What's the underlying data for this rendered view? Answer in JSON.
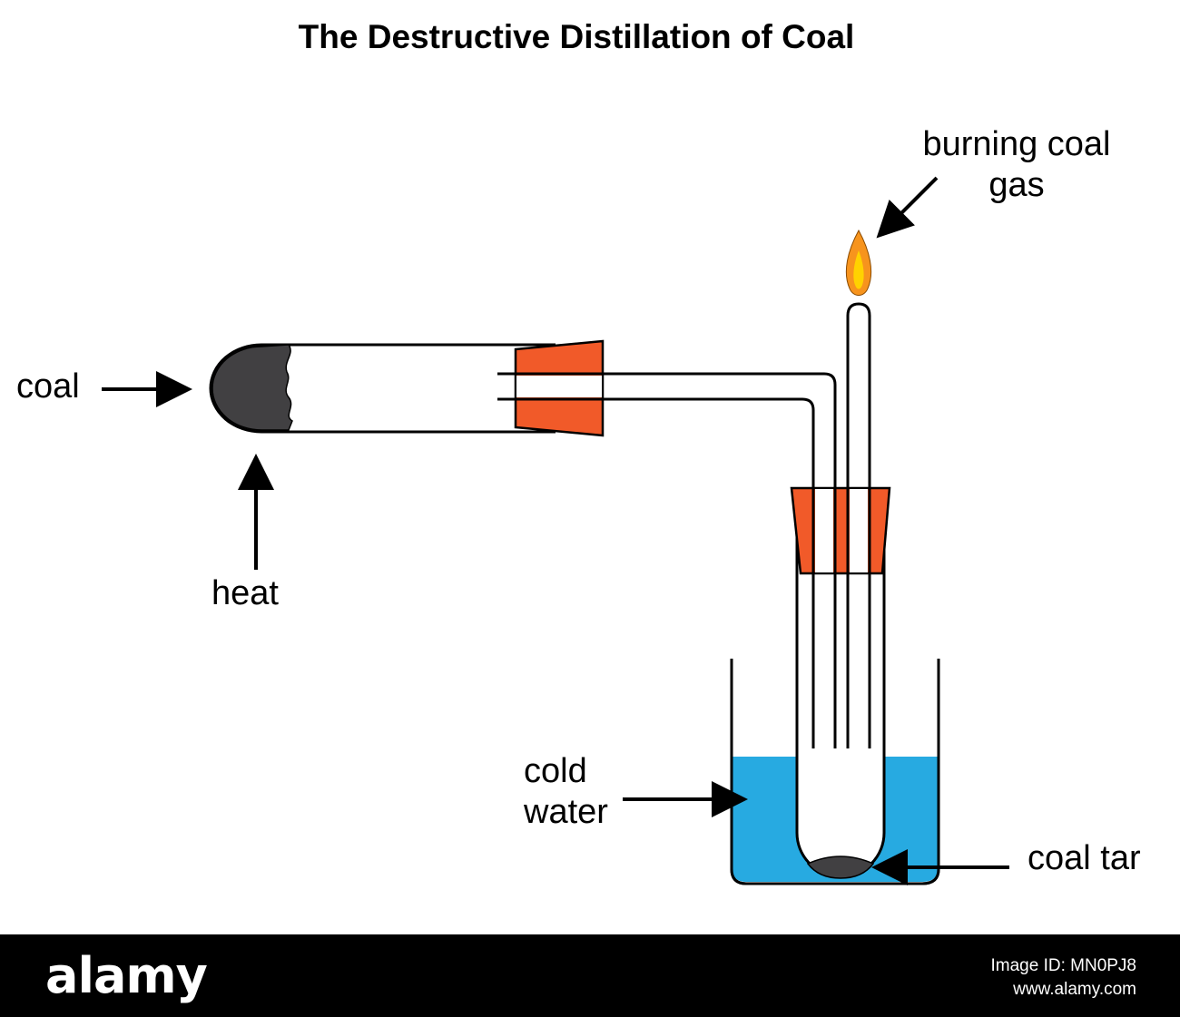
{
  "title": "The Destructive Distillation of Coal",
  "labels": {
    "coal": "coal",
    "heat": "heat",
    "burning_gas_line1": "burning coal",
    "burning_gas_line2": "gas",
    "cold_water_line1": "cold",
    "cold_water_line2": "water",
    "coal_tar": "coal tar"
  },
  "colors": {
    "stopper": "#f15a29",
    "water": "#27aae1",
    "coal": "#414042",
    "flame_outer": "#f7941d",
    "flame_inner": "#ffd200"
  },
  "watermark": {
    "logo": "alamy",
    "image_id": "Image ID: MN0PJ8",
    "site": "www.alamy.com"
  }
}
